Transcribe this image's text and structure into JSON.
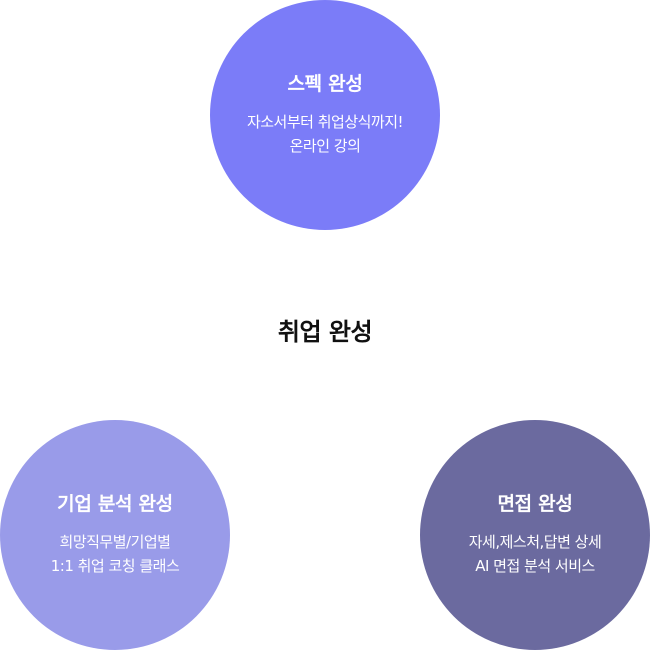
{
  "center": {
    "title": "취업 완성"
  },
  "circles": {
    "top": {
      "title": "스펙 완성",
      "lines": [
        "자소서부터 취업상식까지!",
        "온라인 강의"
      ],
      "color": "#7b7cf8"
    },
    "left": {
      "title": "기업 분석 완성",
      "lines": [
        "희망직무별/기업별",
        "1:1 취업 코칭 클래스"
      ],
      "color": "#999be9"
    },
    "right": {
      "title": "면접 완성",
      "lines": [
        "자세,제스처,답변 상세",
        "AI 면접 분석 서비스"
      ],
      "color": "#6b6a9f"
    }
  }
}
